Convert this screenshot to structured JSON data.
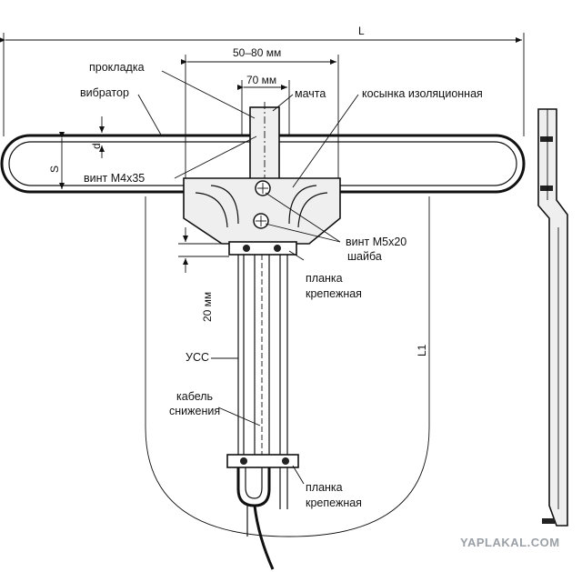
{
  "dimensions": {
    "overall_length": "L",
    "mast_spacing": "50–80 мм",
    "mast_width": "70 мм",
    "gap": "d",
    "spacing": "S",
    "offset": "20 мм",
    "loop_length": "L1"
  },
  "labels": {
    "gasket": "прокладка",
    "vibrator": "вибратор",
    "mast": "мачта",
    "insulating_gusset": "косынка изоляционная",
    "screw_m4": "винт М4х35",
    "screw_m5": "винт М5х20",
    "washer": "шайба",
    "bracket_top_1": "планка",
    "bracket_top_2": "крепежная",
    "matching_device": "УСС",
    "cable_1": "кабель",
    "cable_2": "снижения",
    "bracket_bottom_1": "планка",
    "bracket_bottom_2": "крепежная"
  },
  "watermark": "YAPLAKAL.COM"
}
